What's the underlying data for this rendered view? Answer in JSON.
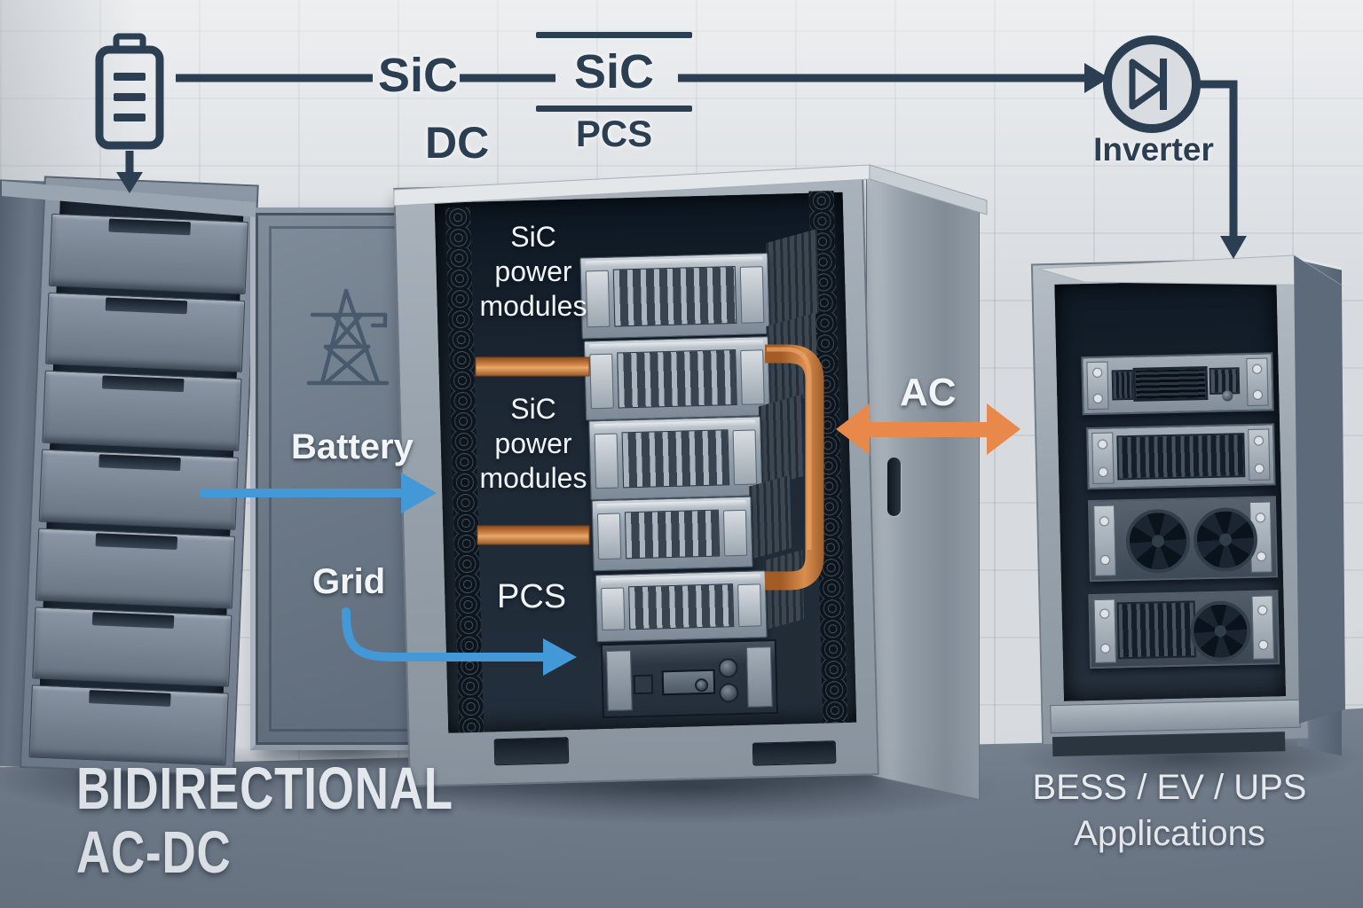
{
  "colors": {
    "ink": "#2C3E52",
    "arrow_blue": "#4398D8",
    "arrow_orange": "#E8884A",
    "copper": "#C87B3E",
    "wall": "#D7DBDF",
    "floor": "#76818F",
    "label_light": "#F2F5F7"
  },
  "flow_labels": {
    "sic_link": "SiC",
    "dc": "DC",
    "pcs_block_top": "SiC",
    "pcs_block_bottom": "PCS",
    "inverter": "Inverter"
  },
  "cabinet_labels": {
    "battery": "Battery",
    "grid": "Grid",
    "module_group_top": [
      "SiC",
      "power",
      "modules"
    ],
    "module_group_bottom": [
      "SiC",
      "power",
      "modules"
    ],
    "pcs": "PCS",
    "ac": "AC"
  },
  "headline": {
    "line1": "BIDIRECTIONAL",
    "line2": "AC-DC"
  },
  "applications": {
    "line1": "BESS / EV / UPS",
    "line2": "Applications"
  },
  "icons": {
    "battery": "battery-icon",
    "inverter": "inverter-diode-icon",
    "tower": "transmission-tower-icon"
  }
}
